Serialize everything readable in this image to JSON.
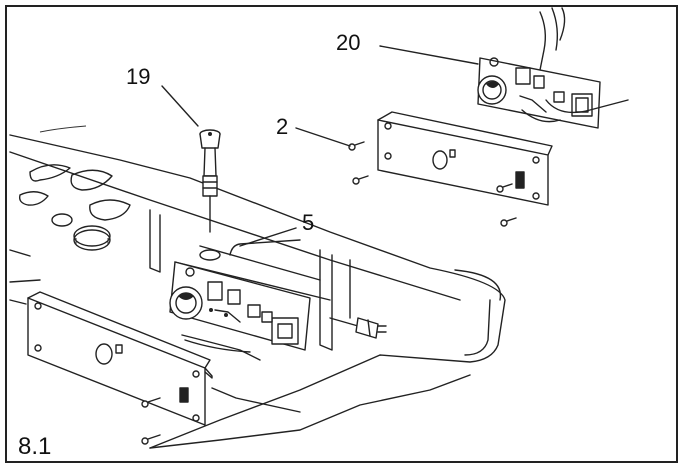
{
  "figure": {
    "label": "8.1",
    "callouts": {
      "control_board": "20",
      "side_panel": "2",
      "knob_assembly": "19",
      "wire_part": "5"
    }
  }
}
